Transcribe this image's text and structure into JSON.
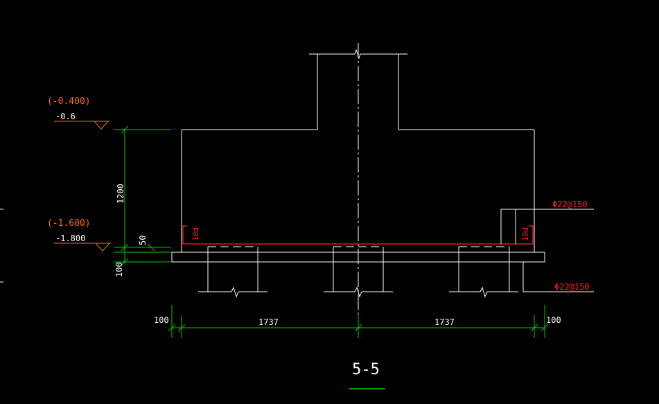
{
  "colors": {
    "background": "#000000",
    "outline": "#ffffff",
    "dimension": "#00cc00",
    "elevation": "#ff6a1a",
    "rebar": "#ff2020",
    "title_underline": "#00cc00"
  },
  "elevations": {
    "top_bracket": "(-0.400)",
    "top_value": "-0.6",
    "bottom_bracket": "(-1.600)",
    "bottom_value": "-1.800"
  },
  "dimensions": {
    "height": "1200",
    "cover": "50",
    "pad": "100",
    "left_edge": "100",
    "half_left": "1737",
    "half_right": "1737",
    "right_edge": "100"
  },
  "rebar": {
    "upper_label": "Φ22@150",
    "lower_label": "Φ22@150",
    "hook_left": "10d",
    "hook_right": "10d"
  },
  "section": {
    "title": "5-5"
  }
}
